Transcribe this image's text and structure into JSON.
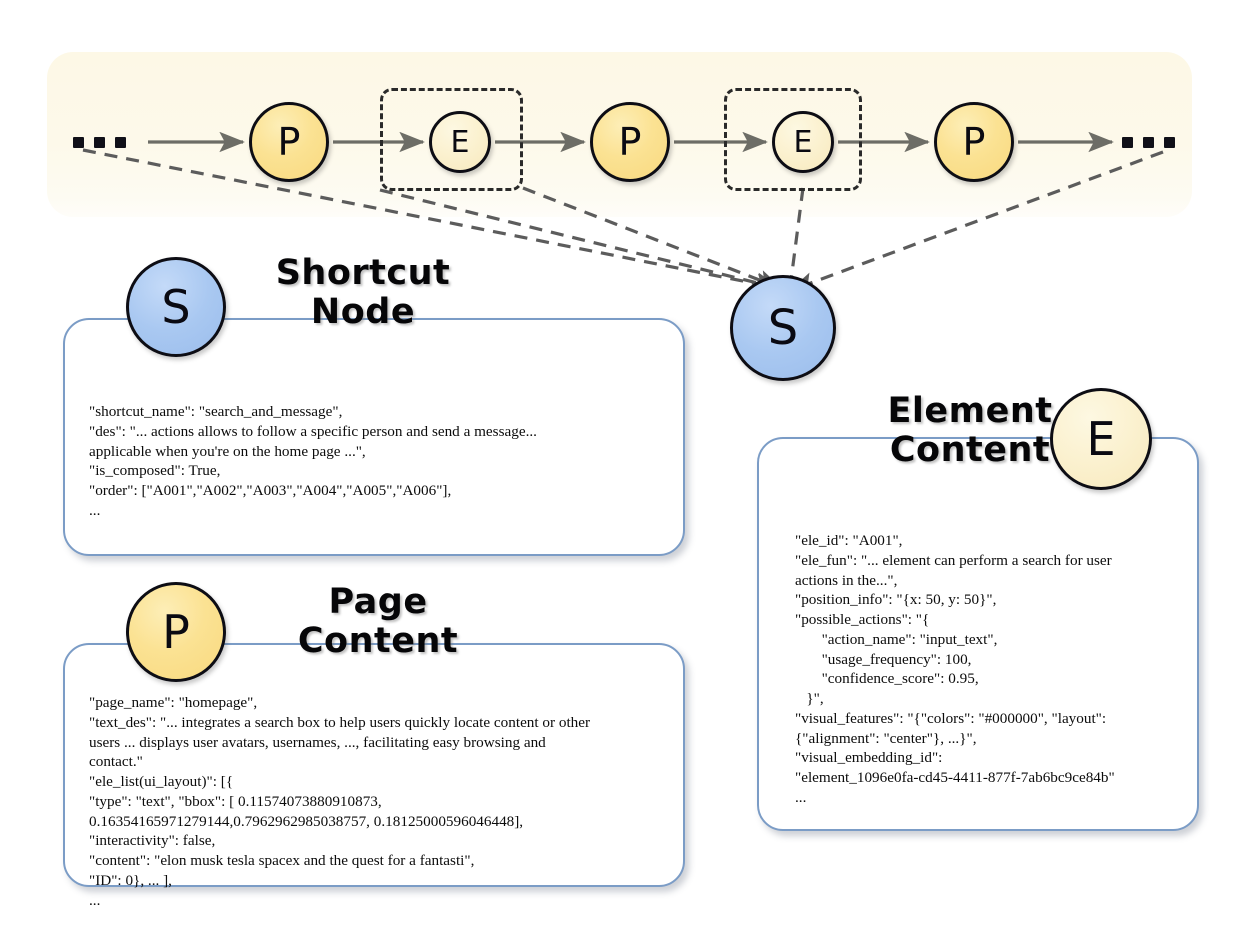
{
  "diagram": {
    "title": "Shortcut / Page / Element knowledge graph schema",
    "colors": {
      "banner_bg": "#fdf8e6",
      "page_node": "#fbe293",
      "element_node": "#fbf1cf",
      "shortcut_node": "#a9c8f1",
      "card_border": "#7b9cc6",
      "edge": "#6d6d66",
      "dashed": "#5c5c5c"
    }
  },
  "trajectory": {
    "leading_ellipsis": "...",
    "trailing_ellipsis": "...",
    "nodes": [
      {
        "id": "p1",
        "label": "P",
        "kind": "page",
        "boxed": false
      },
      {
        "id": "e1",
        "label": "E",
        "kind": "element",
        "boxed": true
      },
      {
        "id": "p2",
        "label": "P",
        "kind": "page",
        "boxed": false
      },
      {
        "id": "e2",
        "label": "E",
        "kind": "element",
        "boxed": true
      },
      {
        "id": "p3",
        "label": "P",
        "kind": "page",
        "boxed": false
      }
    ]
  },
  "legend_nodes": {
    "shortcut_left": "S",
    "shortcut_right": "S",
    "page": "P",
    "element": "E"
  },
  "cards": {
    "shortcut": {
      "heading": "Shortcut\nNode",
      "badge": "S",
      "text": "\"shortcut_name\": \"search_and_message\",\n\"des\": \"... actions allows to follow a specific person and send a message...\napplicable when you're on the home page ...\",\n\"is_composed\": True,\n\"order\": [\"A001\",\"A002\",\"A003\",\"A004\",\"A005\",\"A006\"],\n..."
    },
    "page": {
      "heading": "Page\nContent",
      "badge": "P",
      "text": "\"page_name\": \"homepage\",\n\"text_des\": \"... integrates a search box to help users quickly locate content or other\nusers ... displays user avatars, usernames, ..., facilitating easy browsing and\ncontact.\"\n\"ele_list(ui_layout)\": [{\n\"type\": \"text\", \"bbox\": [ 0.11574073880910873,\n0.16354165971279144,0.7962962985038757, 0.18125000596046448],\n\"interactivity\": false,\n\"content\": \"elon musk tesla spacex and the quest for a fantasti\",\n\"ID\": 0}, ... ],\n..."
    },
    "element": {
      "heading": "Element\nContent",
      "badge": "E",
      "text": "\"ele_id\": \"A001\",\n\"ele_fun\": \"... element can perform a search for user\nactions in the...\",\n\"position_info\": \"{x: 50, y: 50}\",\n\"possible_actions\": \"{\n       \"action_name\": \"input_text\",\n       \"usage_frequency\": 100,\n       \"confidence_score\": 0.95,\n   }\",\n\"visual_features\": \"{\"colors\": \"#000000\", \"layout\":\n{\"alignment\": \"center\"}, ...}\",\n\"visual_embedding_id\":\n\"element_1096e0fa-cd45-4411-877f-7ab6bc9ce84b\"\n..."
    }
  }
}
